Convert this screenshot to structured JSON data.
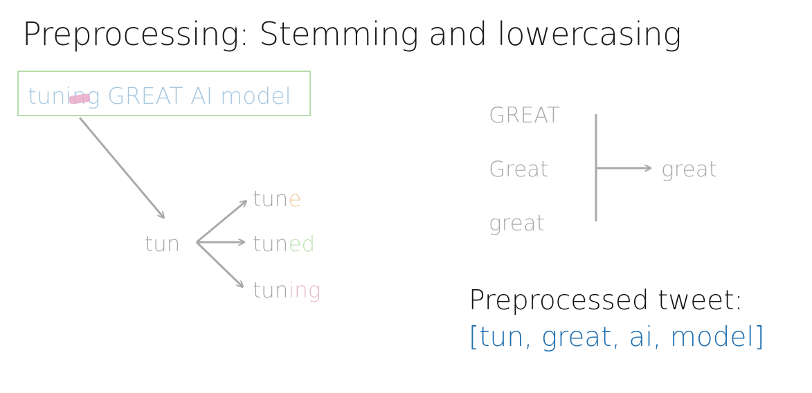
{
  "slide": {
    "title": "Preprocessing: Stemming and lowercasing"
  },
  "tweet": {
    "text": "tuning GREAT AI model"
  },
  "stemming": {
    "stem": "tun",
    "variants": [
      {
        "base": "tun",
        "suffix": "e"
      },
      {
        "base": "tun",
        "suffix": "ed"
      },
      {
        "base": "tun",
        "suffix": "ing"
      }
    ]
  },
  "lowercasing": {
    "inputs": [
      "GREAT",
      "Great",
      "great"
    ],
    "output": "great"
  },
  "preprocessed": {
    "label": "Preprocessed tweet:",
    "value": "[tun, great, ai, model]"
  },
  "colors": {
    "tweet_box_border": "#b7dcab",
    "tweet_text": "#a8c8e0",
    "highlight_mark": "#e7a9c8",
    "gray_text": "#a9a9a9",
    "arrow": "#aaaaaa",
    "suffix_e": "#f3c9a6",
    "suffix_ed": "#bfe3b3",
    "suffix_ing": "#e7b8cc",
    "result_list": "#1f6fb0"
  }
}
